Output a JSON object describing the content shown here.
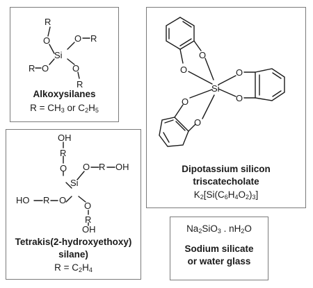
{
  "alkoxysilanes": {
    "title": "Alkoxysilanes",
    "formula_prefix": "R = CH",
    "formula_sub1": "3",
    "formula_mid": " or C",
    "formula_sub2": "2",
    "formula_mid2": "H",
    "formula_sub3": "5",
    "atoms": {
      "r": "R",
      "o": "O",
      "si": "Si"
    }
  },
  "tetrakis": {
    "title_line1": "Tetrakis(2-hydroxyethoxy)",
    "title_line2": "silane)",
    "formula_prefix": "R = C",
    "formula_sub1": "2",
    "formula_mid": "H",
    "formula_sub2": "4",
    "atoms": {
      "oh": "OH",
      "ho": "HO",
      "r": "R",
      "o": "O",
      "si": "Si"
    }
  },
  "catecholate": {
    "title_line1": "Dipotassium silicon",
    "title_line2": "triscatecholate",
    "formula_k": "K",
    "formula_k_sub": "2",
    "formula_body": "[Si(C",
    "formula_c_sub": "6",
    "formula_h": "H",
    "formula_h_sub": "4",
    "formula_o": "O",
    "formula_o_sub": "2",
    "formula_close": ")",
    "formula_close_sub": "3",
    "formula_end": "]",
    "atoms": {
      "o": "O",
      "si": "Si"
    }
  },
  "sodium_silicate": {
    "formula_na": "Na",
    "formula_na_sub": "2",
    "formula_sio": "SiO",
    "formula_sio_sub": "3",
    "formula_dot": " . nH",
    "formula_h_sub": "2",
    "formula_o": "O",
    "title_line1": "Sodium silicate",
    "title_line2": "or water glass"
  },
  "colors": {
    "border": "#7a7a7a",
    "ink": "#1a1a1a"
  }
}
